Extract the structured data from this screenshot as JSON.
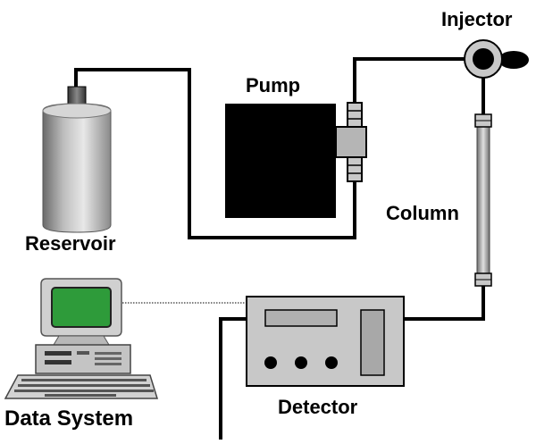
{
  "labels": {
    "injector": "Injector",
    "pump": "Pump",
    "column": "Column",
    "reservoir": "Reservoir",
    "data_system": "Data System",
    "detector": "Detector"
  },
  "colors": {
    "tubing": "#000000",
    "pump_body": "#000000",
    "fitting": "#c8c8c8",
    "reservoir_body": "#a8a8a8",
    "detector_body": "#c8c8c8",
    "monitor_screen": "#2e9b3a",
    "computer_body": "#b8b8b8",
    "signal_line": "#000000"
  },
  "icons": {
    "reservoir": "solvent-bottle-icon",
    "pump": "pump-block-icon",
    "injector": "injection-valve-icon",
    "column": "hplc-column-icon",
    "detector": "detector-unit-icon",
    "data_system": "desktop-computer-icon"
  }
}
